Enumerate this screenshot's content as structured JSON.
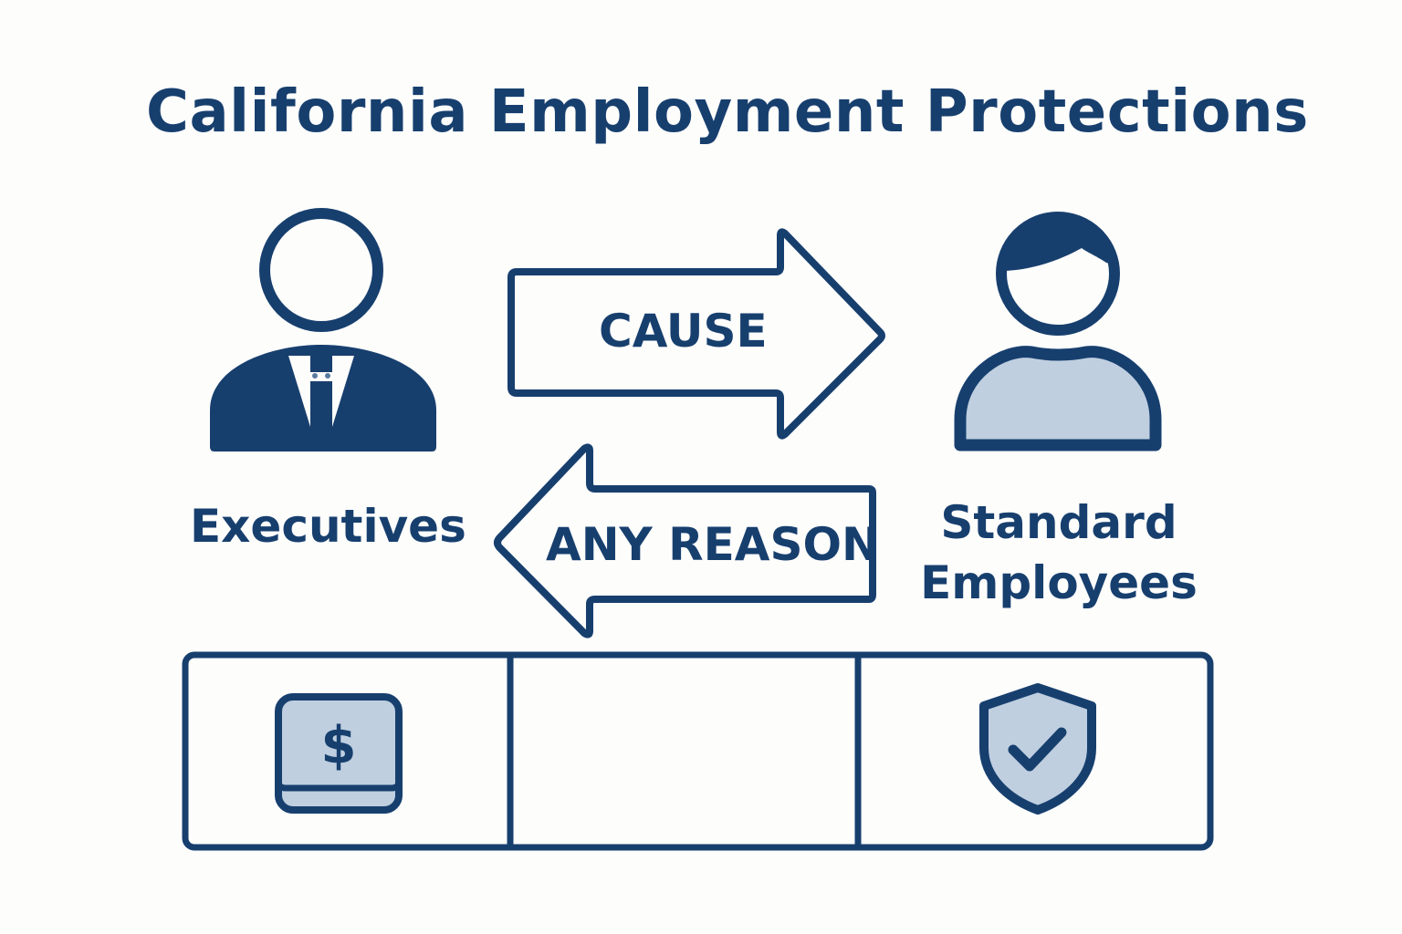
{
  "title": "California Employment Protections",
  "left_party": {
    "label": "Executives",
    "icon": "executive-person-icon"
  },
  "right_party": {
    "label_line1": "Standard",
    "label_line2": "Employees",
    "icon": "employee-person-icon"
  },
  "arrows": {
    "top": {
      "label": "CAUSE",
      "direction": "right",
      "icon": "arrow-right-icon"
    },
    "bottom": {
      "label": "ANY REASON",
      "direction": "left",
      "icon": "arrow-left-icon"
    }
  },
  "bottom_table": {
    "cells": [
      {
        "icon": "money-dollar-icon"
      },
      {
        "icon": ""
      },
      {
        "icon": "shield-check-icon"
      }
    ]
  },
  "colors": {
    "primary": "#173f6e",
    "light_fill": "#bfcfe0",
    "background": "#fdfdfc"
  }
}
